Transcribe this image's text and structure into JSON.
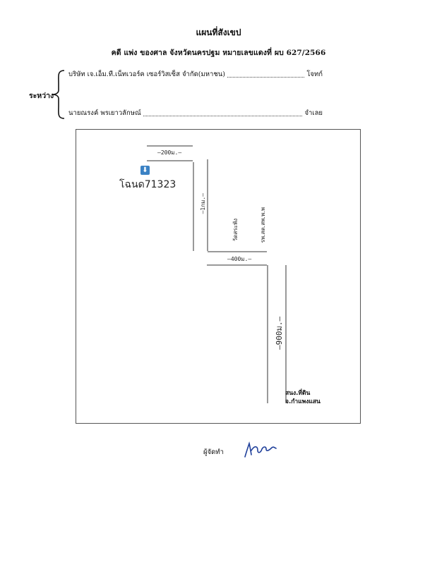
{
  "document": {
    "title": "แผนที่สังเขป",
    "subtitle": "คดี แพ่ง ของศาล จังหวัดนครปฐม หมายเลขแดงที่ ผบ 627/2566",
    "between_label": "ระหว่าง",
    "plaintiff": {
      "name": "บริษัท เจ.เอ็ม.ที.เน็ทเวอร์ค เซอร์วิสเซ็ส จำกัด(มหาชน)",
      "role": "โจทก์"
    },
    "defendant": {
      "name": "นายณรงค์ พรเยาวลักษณ์",
      "role": "จำเลย"
    }
  },
  "map": {
    "parcel_label": "โฉนด71323",
    "parcel_icon": "down-arrow-icon",
    "dist_200": "–200ม.–",
    "dist_1km": "–1กม.–",
    "dist_400": "–400ม.–",
    "dist_900": "–900ม.–",
    "temple_label": "วัดสระพัง",
    "clinic_label": "รพ.สต.สพ.พ.พ",
    "office_line1": "สนง.ที่ดิน",
    "office_line2": "จ.กำแพงแสน"
  },
  "footer": {
    "maker_label": "ผู้จัดทำ"
  }
}
